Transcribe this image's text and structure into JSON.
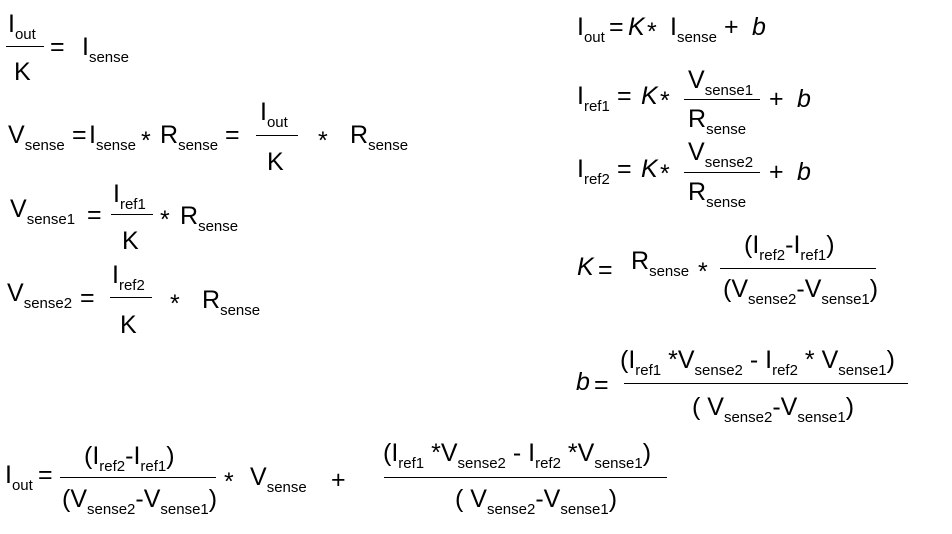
{
  "symbols": {
    "I": "I",
    "V": "V",
    "R": "R",
    "K": "K",
    "b": "b",
    "eq": "=",
    "mul": "*",
    "plus": "+",
    "minus": "-",
    "lp": "(",
    "rp": ")"
  },
  "subscripts": {
    "out": "out",
    "sense": "sense",
    "sense1": "sense1",
    "sense2": "sense2",
    "ref1": "ref1",
    "ref2": "ref2"
  }
}
